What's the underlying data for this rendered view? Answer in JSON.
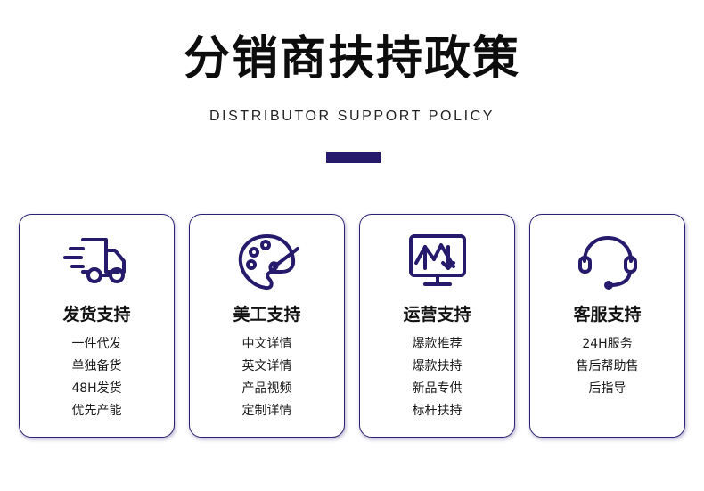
{
  "header": {
    "title": "分销商扶持政策",
    "subtitle": "DISTRIBUTOR SUPPORT POLICY"
  },
  "colors": {
    "accent": "#251a6b",
    "card_border": "#2a2275"
  },
  "cards": [
    {
      "icon": "delivery-truck-icon",
      "title": "发货支持",
      "items": [
        "一件代发",
        "单独备货",
        "48H发货",
        "优先产能"
      ]
    },
    {
      "icon": "palette-icon",
      "title": "美工支持",
      "items": [
        "中文详情",
        "英文详情",
        "产品视频",
        "定制详情"
      ]
    },
    {
      "icon": "trend-monitor-icon",
      "title": "运营支持",
      "items": [
        "爆款推荐",
        "爆款扶持",
        "新品专供",
        "标杆扶持"
      ]
    },
    {
      "icon": "headset-icon",
      "title": "客服支持",
      "items": [
        "24H服务",
        "售后帮助售",
        "后指导"
      ]
    }
  ]
}
